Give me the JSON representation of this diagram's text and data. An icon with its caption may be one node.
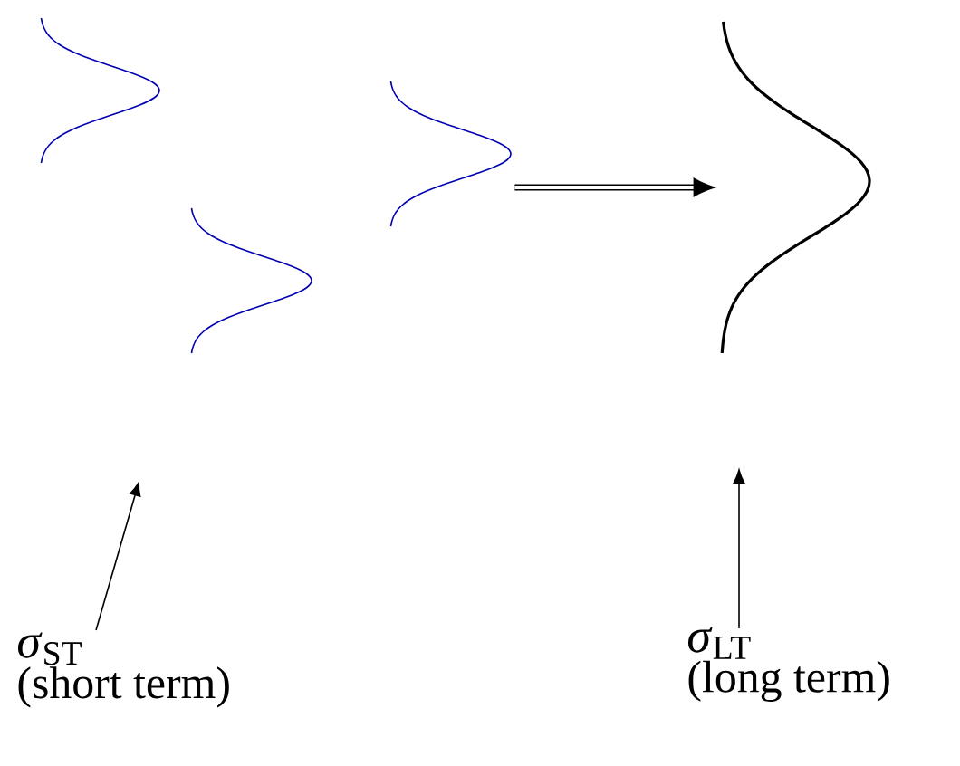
{
  "diagram": {
    "nodes": [
      {
        "text": [],
        "shape": "curve"
      },
      {
        "text": [],
        "shape": "curve"
      },
      {
        "text": [],
        "shape": "curve"
      },
      {
        "text": [],
        "shape": "curve"
      },
      {
        "text": [
          "*σ*$_{ST}$",
          "(short term)"
        ]
      },
      {
        "text": [
          "*σ*$_{LT}$",
          "(long term)"
        ]
      }
    ],
    "edges": [
      {
        "from": 2,
        "to": 3,
        "arrow": "to",
        "style": "thick"
      },
      {
        "from": 4,
        "to": null,
        "arrow": "to"
      },
      {
        "from": 5,
        "to": null,
        "arrow": "to"
      }
    ]
  }
}
